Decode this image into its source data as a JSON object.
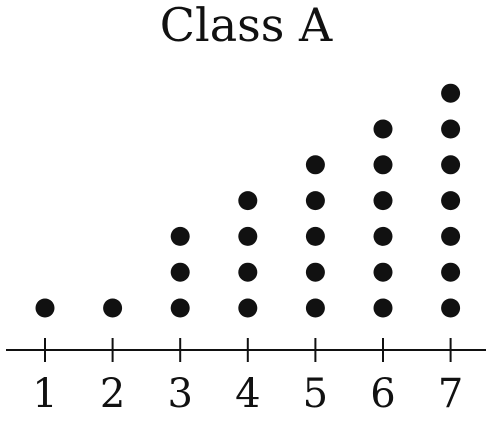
{
  "chart_data": {
    "type": "dot_plot",
    "title": "Class A",
    "xlabel": "",
    "ylabel": "",
    "categories": [
      "1",
      "2",
      "3",
      "4",
      "5",
      "6",
      "7"
    ],
    "values": [
      1,
      1,
      3,
      4,
      5,
      6,
      7
    ],
    "xlim": [
      1,
      7
    ],
    "grid": false,
    "dot_color": "#111111"
  }
}
